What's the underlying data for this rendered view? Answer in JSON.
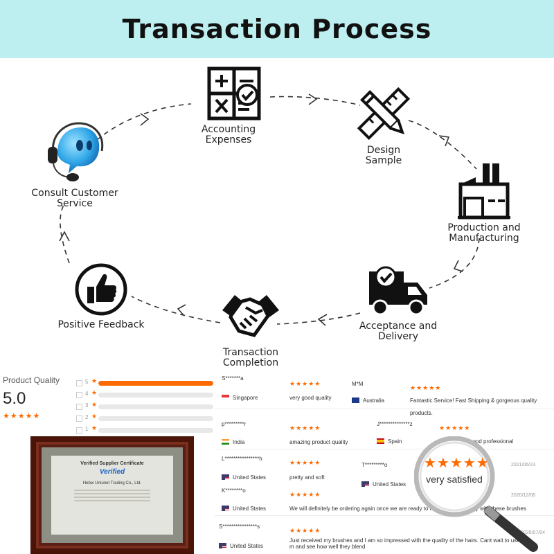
{
  "header": {
    "title": "Transaction Process"
  },
  "steps": [
    {
      "label_line1": "Accounting",
      "label_line2": "Expenses",
      "icon": "calculator-icon"
    },
    {
      "label_line1": "Design",
      "label_line2": "Sample",
      "icon": "pencil-ruler-icon"
    },
    {
      "label_line1": "Production and",
      "label_line2": "Manufacturing",
      "icon": "factory-icon"
    },
    {
      "label_line1": "Acceptance and",
      "label_line2": "Delivery",
      "icon": "delivery-truck-icon"
    },
    {
      "label_line1": "Transaction",
      "label_line2": "Completion",
      "icon": "handshake-icon"
    },
    {
      "label_line1": "Positive Feedback",
      "label_line2": "",
      "icon": "thumbs-up-icon"
    },
    {
      "label_line1": "Consult Customer",
      "label_line2": "Service",
      "icon": "headset-mascot-icon"
    }
  ],
  "product_quality": {
    "title": "Product Quality",
    "score": "5.0",
    "stars": "★★★★★",
    "bars": [
      {
        "n": "5",
        "fill": 1.0
      },
      {
        "n": "4",
        "fill": 0
      },
      {
        "n": "3",
        "fill": 0
      },
      {
        "n": "2",
        "fill": 0
      },
      {
        "n": "1",
        "fill": 0
      }
    ]
  },
  "certificate": {
    "title": "Verified Supplier Certificate",
    "badge": "Verified",
    "company": "Hebei Urkunet Trading Co., Ltd."
  },
  "reviews": [
    {
      "user": "S*******a",
      "stars": "★★★★★",
      "country": "Singapore",
      "text": "very good quality",
      "flag": "sg"
    },
    {
      "user": "M*M",
      "stars": "★★★★★",
      "country": "Australia",
      "text": "Fantastic Service! Fast Shipping & gorgeous quality products.",
      "flag": "au"
    },
    {
      "user": "p*********r",
      "stars": "★★★★★",
      "country": "India",
      "text": "amazing product quality",
      "flag": "in"
    },
    {
      "user": "J**************z",
      "stars": "★★★★★",
      "country": "Spain",
      "text": "always very good professional",
      "flag": "es"
    },
    {
      "user": "L****************h",
      "stars": "★★★★★",
      "country": "United States",
      "text": "pretty and soft",
      "flag": "us",
      "date": "2021/06/23"
    },
    {
      "user": "T*********o",
      "stars": "★★★★★",
      "country": "United States",
      "text": "very satisfied",
      "flag": "us"
    },
    {
      "user": "K********o",
      "stars": "★★★★★",
      "country": "United States",
      "text": "We will definitely be ordering again once we are ready to restock. Very happy with these brushes",
      "flag": "us",
      "date": "2020/12/08"
    },
    {
      "user": "S****************s",
      "stars": "★★★★★",
      "country": "United States",
      "text_line1": "Just received my brushes and I am so impressed with the quality of the hairs. Cant wait to use the",
      "text_line2": "m and see how well they blend",
      "flag": "us",
      "date": "2020/07/04"
    }
  ],
  "magnifier": {
    "stars": "★★★★★",
    "text": "very satisfied"
  },
  "colors": {
    "banner": "#bdeef0",
    "accent": "#ff6a00"
  }
}
